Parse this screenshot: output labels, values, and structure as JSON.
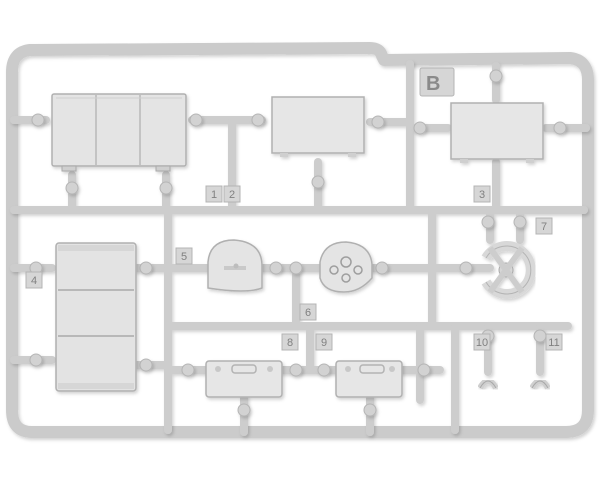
{
  "sprue": {
    "letter": "B",
    "part_numbers": [
      "1",
      "2",
      "3",
      "4",
      "5",
      "6",
      "7",
      "8",
      "9",
      "10",
      "11"
    ]
  },
  "colors": {
    "plastic": "#cfcfcf",
    "plastic_light": "#e6e6e6",
    "plastic_edge": "#a8a8a8",
    "label_text": "#7d7d7d",
    "background": "#ffffff"
  }
}
